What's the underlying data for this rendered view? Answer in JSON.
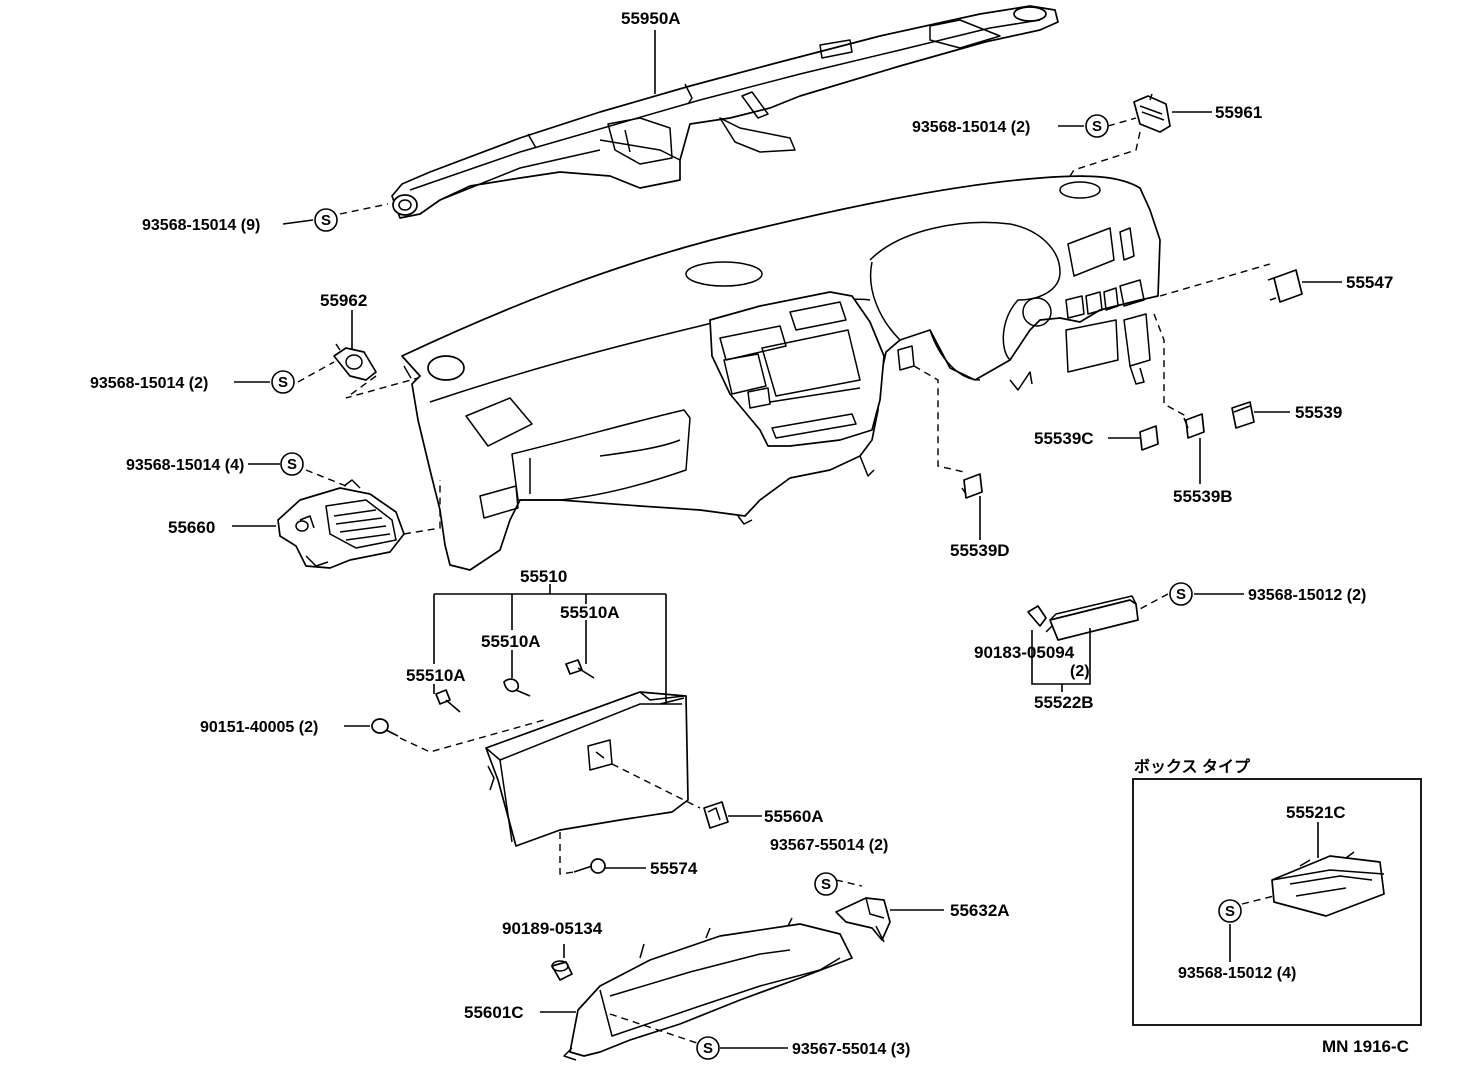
{
  "labels": {
    "p55950A": "55950A",
    "p55961": "55961",
    "s93568_15014_2a": "93568-15014 (2)",
    "s93568_15014_9": "93568-15014 (9)",
    "p55962": "55962",
    "s93568_15014_2b": "93568-15014 (2)",
    "p55547": "55547",
    "s93568_15014_4": "93568-15014 (4)",
    "p55539C": "55539C",
    "p55539": "55539",
    "p55539B": "55539B",
    "p55660": "55660",
    "p55539D": "55539D",
    "p55510": "55510",
    "p55510A_1": "55510A",
    "p55510A_2": "55510A",
    "p55510A_3": "55510A",
    "s93568_15012_2": "93568-15012 (2)",
    "p90183_05094": "90183-05094",
    "q90183_2": "(2)",
    "p55522B": "55522B",
    "p90151_40005": "90151-40005 (2)",
    "p55560A": "55560A",
    "s93567_55014_2": "93567-55014 (2)",
    "p55574": "55574",
    "p55632A": "55632A",
    "p90189_05134": "90189-05134",
    "p55601C": "55601C",
    "s93567_55014_3": "93567-55014 (3)",
    "box_title": "ボックス タイプ",
    "p55521C": "55521C",
    "s93568_15012_4": "93568-15012 (4)",
    "diagram_code": "MN 1916-C"
  },
  "screw_symbol": "S"
}
